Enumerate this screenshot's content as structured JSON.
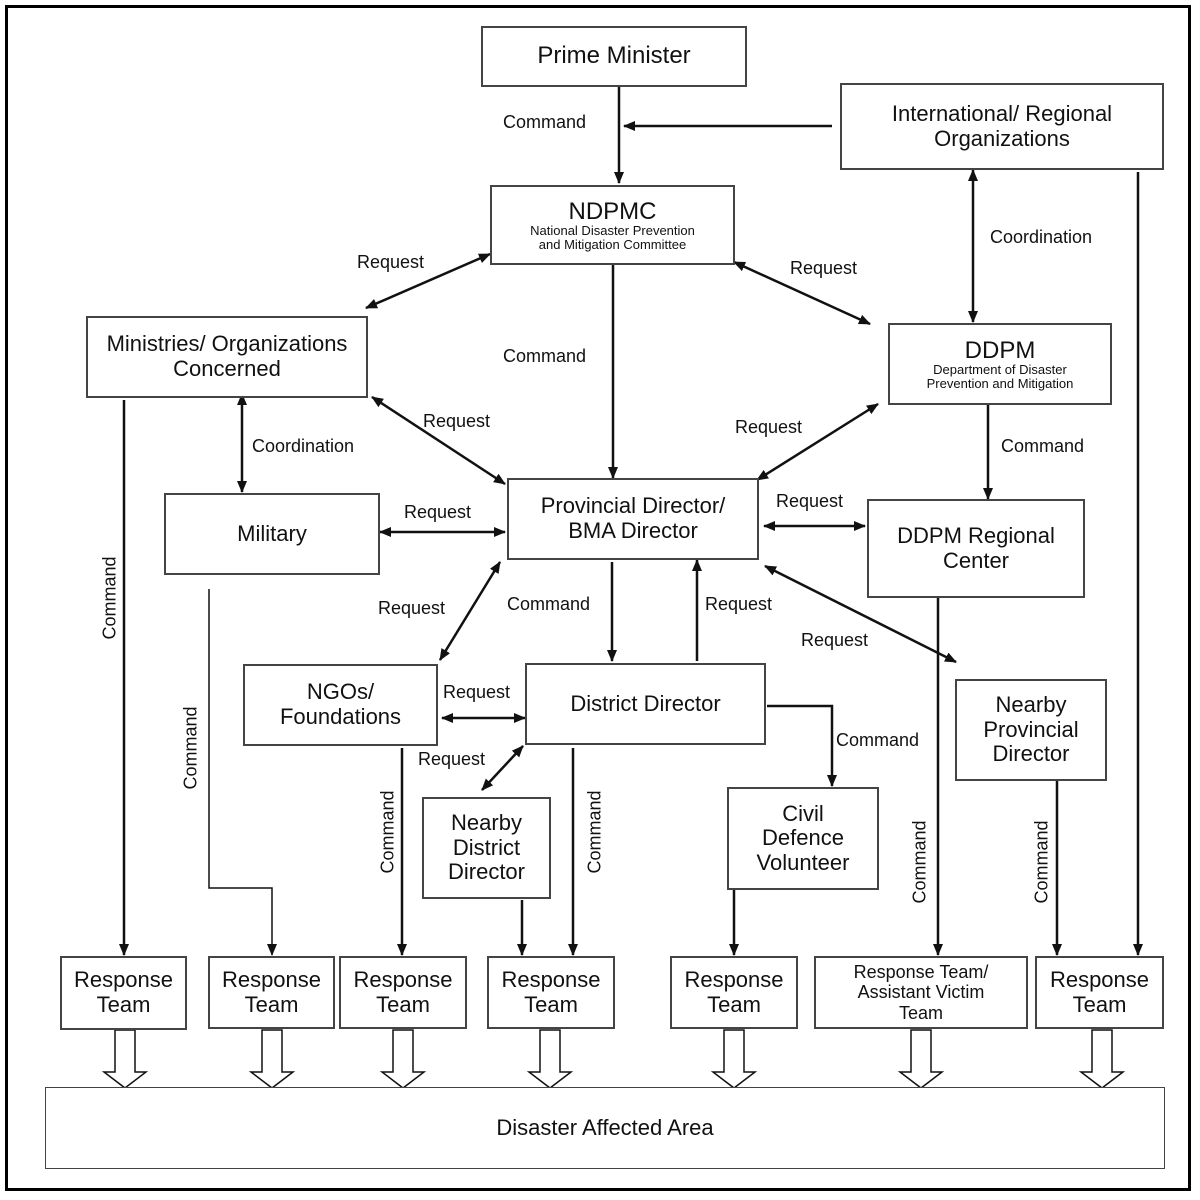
{
  "nodes": {
    "prime_minister": "Prime Minister",
    "international_orgs": [
      "International/ Regional",
      "Organizations"
    ],
    "ndpmc": {
      "acronym": "NDPMC",
      "full": [
        "National Disaster Prevention",
        "and Mitigation Committee"
      ]
    },
    "ministries": [
      "Ministries/ Organizations",
      "Concerned"
    ],
    "ddpm": {
      "acronym": "DDPM",
      "full": [
        "Department of Disaster",
        "Prevention and Mitigation"
      ]
    },
    "military": "Military",
    "provincial_director": [
      "Provincial Director/",
      "BMA Director"
    ],
    "ddpm_regional": [
      "DDPM Regional",
      "Center"
    ],
    "ngos": [
      "NGOs/",
      "Foundations"
    ],
    "district_director": "District Director",
    "nearby_provincial": [
      "Nearby",
      "Provincial",
      "Director"
    ],
    "nearby_district": [
      "Nearby",
      "District",
      "Director"
    ],
    "civil_defence": [
      "Civil",
      "Defence",
      "Volunteer"
    ],
    "response_team": [
      "Response",
      "Team"
    ],
    "response_team_assistant": [
      "Response Team/",
      "Assistant Victim",
      "Team"
    ],
    "disaster_area": "Disaster Affected Area"
  },
  "edge_labels": {
    "command": "Command",
    "request": "Request",
    "coordination": "Coordination"
  }
}
